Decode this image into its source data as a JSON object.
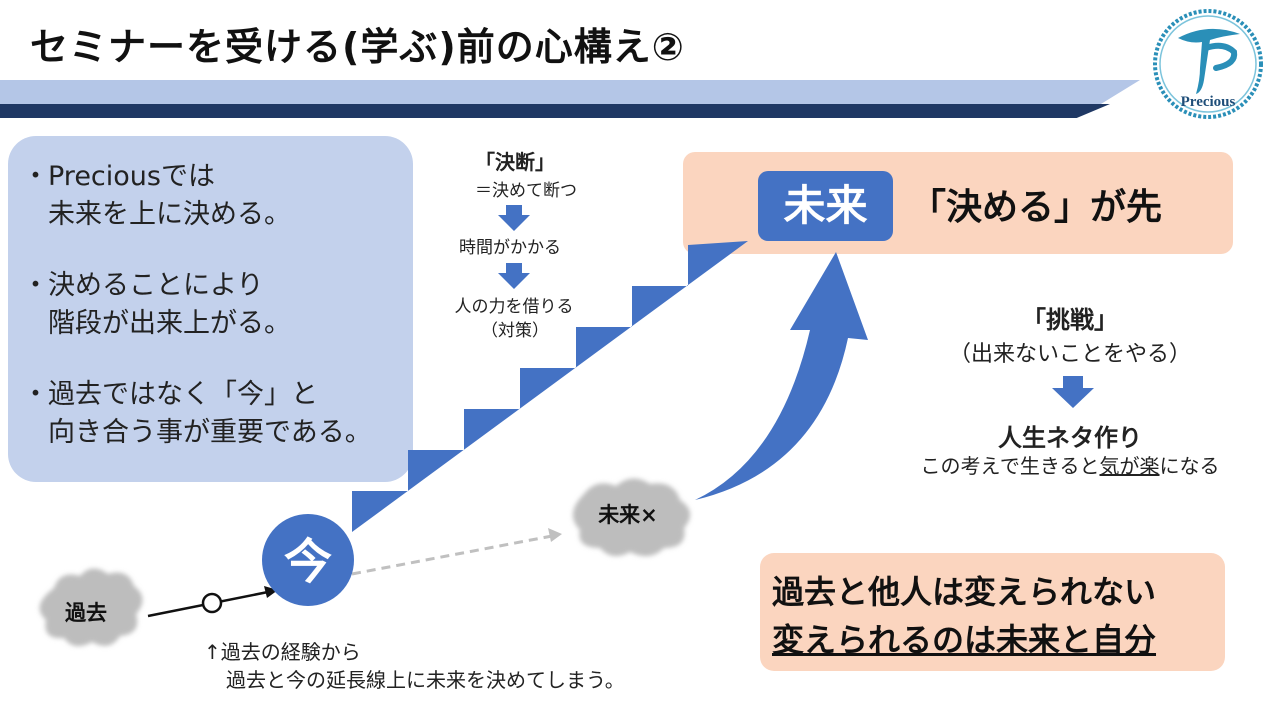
{
  "title": "セミナーを受ける(学ぶ)前の心構え②",
  "logo": {
    "text": "Precious"
  },
  "left_panel": {
    "bullets": [
      {
        "mark": "・",
        "line1": "Preciousでは",
        "line2": "未来を上に決める。"
      },
      {
        "mark": "・",
        "line1": "決めることにより",
        "line2": "階段が出来上がる。"
      },
      {
        "mark": "・",
        "line1": "過去ではなく「今」と",
        "line2": "向き合う事が重要である。"
      }
    ]
  },
  "decision_flow": {
    "heading": "「決断」",
    "definition": "＝決めて断つ",
    "step1": "時間がかかる",
    "step2": "人の力を借りる",
    "step2_note": "（対策）"
  },
  "future_box": {
    "badge": "未来",
    "text": "「決める」が先"
  },
  "challenge": {
    "heading": "「挑戦」",
    "subheading": "（出来ないことをやる）",
    "result": "人生ネタ作り",
    "note_before": "この考えで生きると",
    "note_kiga": "気が",
    "note_raku": "楽",
    "note_after": "になる"
  },
  "now_label": "今",
  "past_label": "過去",
  "future_wrong_label": "未来×",
  "past_note": {
    "line1": "↑過去の経験から",
    "line2": "過去と今の延長線上に未来を決めてしまう。"
  },
  "conclusion": {
    "line1": "過去と他人は変えられない",
    "line2": "変えられるのは未来と自分"
  },
  "colors": {
    "accent_blue": "#4472c4",
    "navy": "#1f3864",
    "light_blue": "#b4c6e7",
    "panel_blue": "#c3d1ec",
    "peach": "#fbd5bf",
    "cloud_gray": "#bdbdbd"
  }
}
